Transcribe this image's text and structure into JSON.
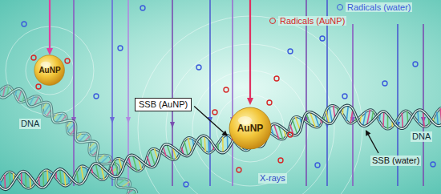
{
  "diagram": {
    "nodes": [
      {
        "text": [
          "AuNP"
        ]
      },
      {
        "text": [
          "AuNP"
        ]
      }
    ],
    "labels": [
      "DNA",
      "DNA",
      "SSB (AuNP)",
      "SSB (water)",
      "X-rays"
    ],
    "legend": [
      {
        "text": "Radicals (water)",
        "color": "#3b5bdb"
      },
      {
        "text": "Radicals (AuNP)",
        "color": "#d62828"
      }
    ]
  }
}
